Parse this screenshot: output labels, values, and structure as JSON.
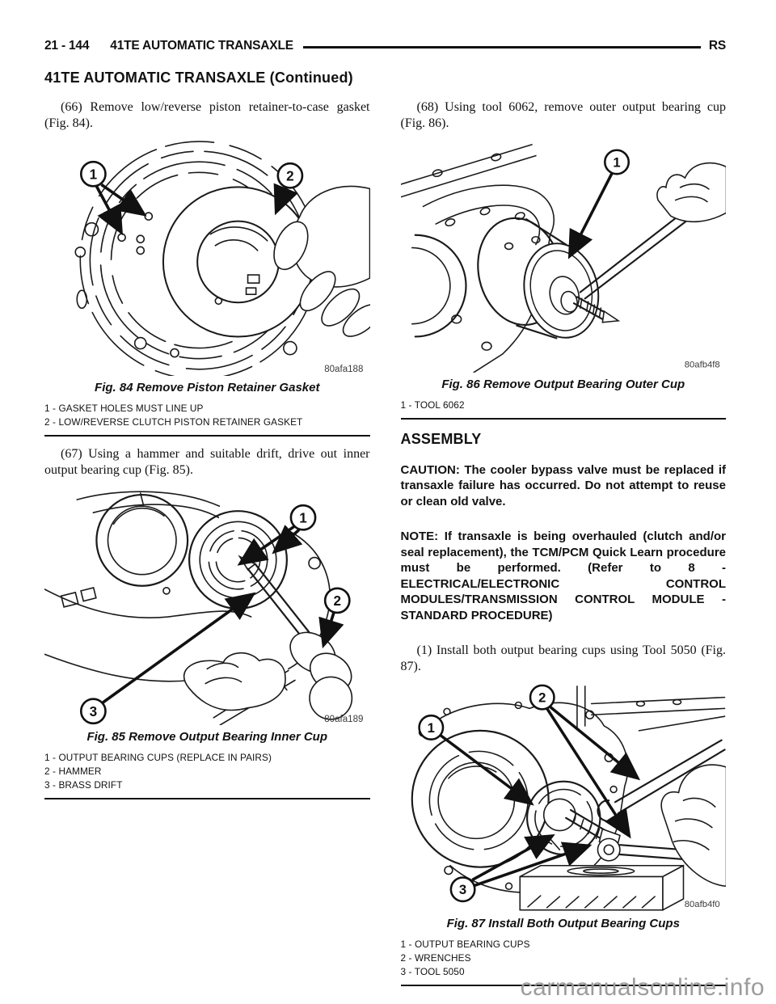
{
  "header": {
    "page_number": "21 - 144",
    "section": "41TE AUTOMATIC TRANSAXLE",
    "code": "RS",
    "continued": "41TE AUTOMATIC TRANSAXLE (Continued)"
  },
  "left_column": {
    "para_66": "(66) Remove low/reverse piston retainer-to-case gasket (Fig. 84).",
    "fig84": {
      "caption": "Fig. 84 Remove Piston Retainer Gasket",
      "image_code": "80afa188",
      "callouts": [
        "1",
        "2"
      ],
      "legend": [
        "1 - GASKET HOLES MUST LINE UP",
        "2 - LOW/REVERSE CLUTCH PISTON RETAINER GASKET"
      ]
    },
    "para_67": "(67) Using a hammer and suitable drift, drive out inner output bearing cup (Fig. 85).",
    "fig85": {
      "caption": "Fig. 85 Remove Output Bearing Inner Cup",
      "image_code": "80afa189",
      "callouts": [
        "1",
        "2",
        "3"
      ],
      "legend": [
        "1 - OUTPUT BEARING CUPS (REPLACE IN PAIRS)",
        "2 - HAMMER",
        "3 - BRASS DRIFT"
      ]
    }
  },
  "right_column": {
    "para_68": "(68) Using tool 6062, remove outer output bearing cup (Fig. 86).",
    "fig86": {
      "caption": "Fig. 86 Remove Output Bearing Outer Cup",
      "image_code": "80afb4f8",
      "callouts": [
        "1"
      ],
      "legend": [
        "1 - TOOL 6062"
      ]
    },
    "assembly_heading": "ASSEMBLY",
    "caution": "CAUTION: The cooler bypass valve must be replaced if transaxle failure has occurred. Do not attempt to reuse or clean old valve.",
    "note": "NOTE: If transaxle is being overhauled (clutch and/or seal replacement), the TCM/PCM Quick Learn procedure must be performed. (Refer to 8 - ELECTRICAL/ELECTRONIC CONTROL MODULES/TRANSMISSION CONTROL MODULE - STANDARD PROCEDURE)",
    "para_1": "(1) Install both output bearing cups using Tool 5050 (Fig. 87).",
    "fig87": {
      "caption": "Fig. 87 Install Both Output Bearing Cups",
      "image_code": "80afb4f0",
      "callouts": [
        "1",
        "2",
        "3"
      ],
      "legend": [
        "1 - OUTPUT BEARING CUPS",
        "2 - WRENCHES",
        "3 - TOOL 5050"
      ]
    }
  },
  "watermark": "carmanualsonline.info"
}
